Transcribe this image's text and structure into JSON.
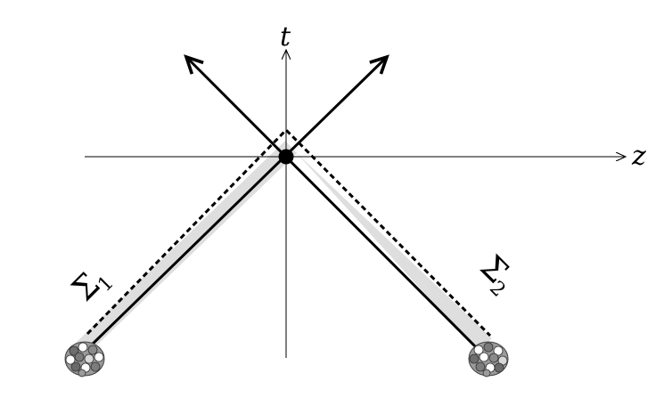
{
  "axes": {
    "t_label": "t",
    "z_label": "z"
  },
  "sheets": [
    {
      "symbol": "Σ",
      "subscript": "1"
    },
    {
      "symbol": "Σ",
      "subscript": "2"
    }
  ],
  "colors": {
    "band_fill": "#dedede",
    "line": "#000000",
    "axis": "#000000",
    "nucleon_dark": "#777777",
    "nucleon_light": "#ffffff",
    "nucleon_mid": "#a8a8a8"
  }
}
